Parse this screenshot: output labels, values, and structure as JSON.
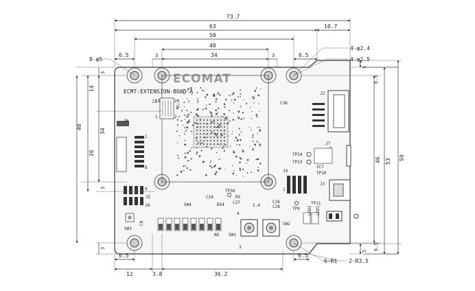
{
  "board": {
    "logo_text": "ECOMAT",
    "name": "ECMT-EXTENSION-BOAD-A"
  },
  "dimensions": {
    "top": [
      "73.7",
      "63",
      "50",
      "40",
      "34",
      "10.7",
      "6.5",
      "6.5",
      "3",
      "3"
    ],
    "top_right_notes": [
      "4-φ2.4",
      "4-φ2.5"
    ],
    "left_note": "8-φ5",
    "left": [
      "40",
      "14",
      "34",
      "26",
      "3",
      "3",
      "3"
    ],
    "right": [
      "59",
      "53",
      "46",
      "6.5",
      "6.5",
      "5",
      "5"
    ],
    "bottom": [
      "6.5",
      "12",
      "3.8",
      "36.2",
      "6.5"
    ],
    "bottom_notes": [
      "6-R1",
      "2-R3.5"
    ]
  },
  "labels": {
    "j1": "J1",
    "j2": "J2",
    "j3": "J3",
    "j4": "J4",
    "j5": "J5",
    "j6": "J6",
    "j7": "J7",
    "c36": "C36",
    "c24": "C24",
    "c27": "C27",
    "c26": "C26",
    "c28": "C28",
    "c8": "C8",
    "r5": "R5",
    "bs4": "BS4",
    "tp30": "TP30",
    "tp24": "TP24",
    "tp23": "TP23",
    "tp10": "TP10",
    "tp9": "TP9",
    "tp11": "TP11",
    "ic7": "IC7",
    "sw1": "SW1",
    "sw2": "SW2",
    "sw3": "SW3",
    "sw4": "SW4",
    "led1": "LED1",
    "led2": "LED2",
    "no": "NO",
    "n20": "20",
    "n19": "19",
    "n2": "2",
    "n1a": "1",
    "n9": "9",
    "n10": "10",
    "n1b": "1",
    "n8": "8",
    "n4": "4",
    "n3": "3",
    "n1c": "1",
    "n5": "5",
    "n24": "2.4"
  }
}
